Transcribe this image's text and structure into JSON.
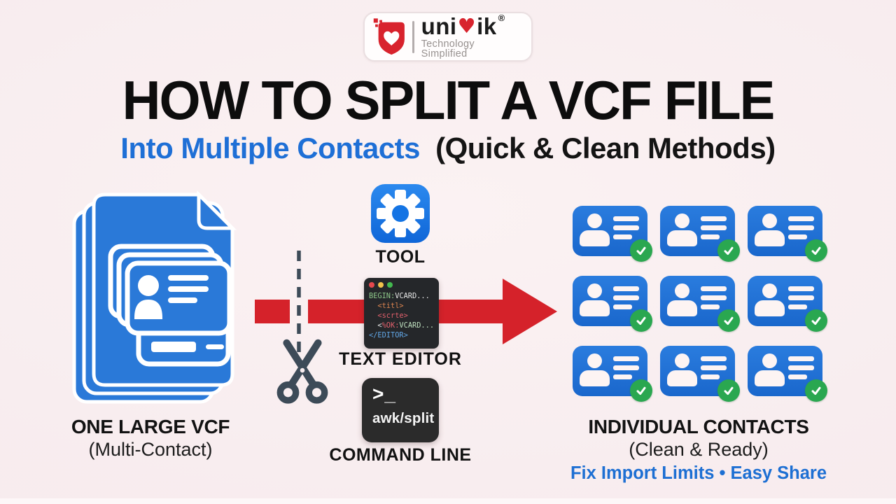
{
  "logo": {
    "brand_prefix": "uni",
    "brand_heart": "♥",
    "brand_suffix": "ik",
    "registered_mark": "®",
    "tagline": "Technology Simplified"
  },
  "header": {
    "title": "HOW TO SPLIT A VCF FILE",
    "subtitle_highlight": "Into Multiple Contacts",
    "subtitle_rest": "(Quick & Clean Methods)"
  },
  "source": {
    "label": "ONE LARGE VCF",
    "sublabel": "(Multi-Contact)"
  },
  "methods": {
    "tool": {
      "label": "TOOL"
    },
    "text_editor": {
      "label": "TEXT EDITOR",
      "window_dots": [
        "#e5484d",
        "#f2c14b",
        "#43b94f"
      ],
      "code_lines": [
        {
          "segments": [
            {
              "text": "BEGIN:",
              "color": "#8ec98a"
            },
            {
              "text": "VCARD...",
              "color": "#e8e8e8"
            }
          ]
        },
        {
          "segments": [
            {
              "text": "  <titl>",
              "color": "#de8550"
            }
          ]
        },
        {
          "segments": [
            {
              "text": "  <scrte>",
              "color": "#e2606c"
            }
          ]
        },
        {
          "segments": [
            {
              "text": "  <",
              "color": "#e8e8e8"
            },
            {
              "text": "%OK:",
              "color": "#e2606c"
            },
            {
              "text": "VCARD...",
              "color": "#bfe0bf"
            }
          ]
        },
        {
          "segments": [
            {
              "text": "</EDITOR>",
              "color": "#62a8e8"
            }
          ]
        }
      ]
    },
    "command_line": {
      "label": "COMMAND LINE",
      "prompt": ">_",
      "command": "awk/split"
    }
  },
  "result": {
    "label": "INDIVIDUAL CONTACTS",
    "sublabel": "(Clean & Ready)",
    "benefits": "Fix Import Limits • Easy Share",
    "card_count": 9
  },
  "colors": {
    "background": "#f8edef",
    "accent_blue": "#1d6fd3",
    "arrow_red": "#d5222a",
    "logo_red": "#d8232d",
    "card_blue": "#1e6fd0",
    "check_green": "#2aa750",
    "slate": "#3d4b58"
  }
}
